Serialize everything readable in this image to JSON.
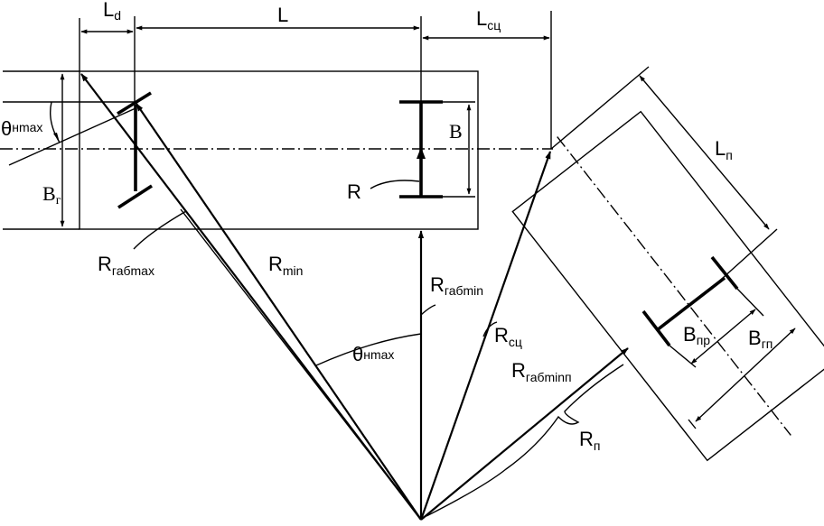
{
  "labels": {
    "Ld_main": "L",
    "Ld_sub": "d",
    "L": "L",
    "Lsc_main": "L",
    "Lsc_sub": "сц",
    "theta_left_main": "θ",
    "theta_left_sub": "нmax",
    "B": "B",
    "Bg_main": "B",
    "Bg_sub": "г",
    "R": "R",
    "Rgabmax_main": "R",
    "Rgabmax_sub": "габmax",
    "Rmin_main": "R",
    "Rmin_sub": "min",
    "Rgabmin_main": "R",
    "Rgabmin_sub": "габmin",
    "theta_center_main": "θ",
    "theta_center_sub": "нmax",
    "Rsc_main": "R",
    "Rsc_sub": "сц",
    "Rgabminp_main": "R",
    "Rgabminp_sub": "габminп",
    "Rp_main": "R",
    "Rp_sub": "п",
    "Lp_main": "L",
    "Lp_sub": "п",
    "Bpr_main": "B",
    "Bpr_sub": "пр",
    "Bgp_main": "B",
    "Bgp_sub": "гп"
  }
}
